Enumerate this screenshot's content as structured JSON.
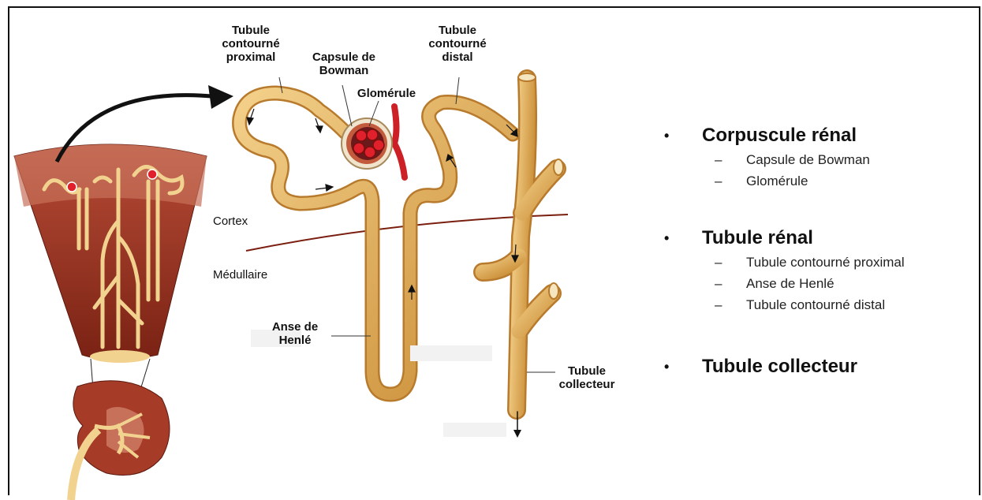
{
  "labels": {
    "pct": "Tubule\ncontourné\nproximal",
    "capsule": "Capsule de\nBowman",
    "glomerule": "Glomérule",
    "dct": "Tubule\ncontourné\ndistal",
    "cortex": "Cortex",
    "medullaire": "Médullaire",
    "henle": "Anse de\nHenlé",
    "collecteur": "Tubule\ncollecteur"
  },
  "legend": [
    {
      "title": "Corpuscule rénal",
      "items": [
        "Capsule de Bowman",
        "Glomérule"
      ]
    },
    {
      "title": "Tubule rénal",
      "items": [
        "Tubule contourné proximal",
        "Anse de Henlé",
        "Tubule contourné distal"
      ]
    },
    {
      "title": "Tubule collecteur",
      "items": []
    }
  ],
  "colors": {
    "tubule": "#d9a24a",
    "tubule_light": "#f2d28f",
    "blood": "#e0202a",
    "cortex": "#b5503c",
    "medulla": "#8a2a1c",
    "boundary": "#7a1f10"
  },
  "symbols": {
    "bullet": "•",
    "dash": "–"
  }
}
